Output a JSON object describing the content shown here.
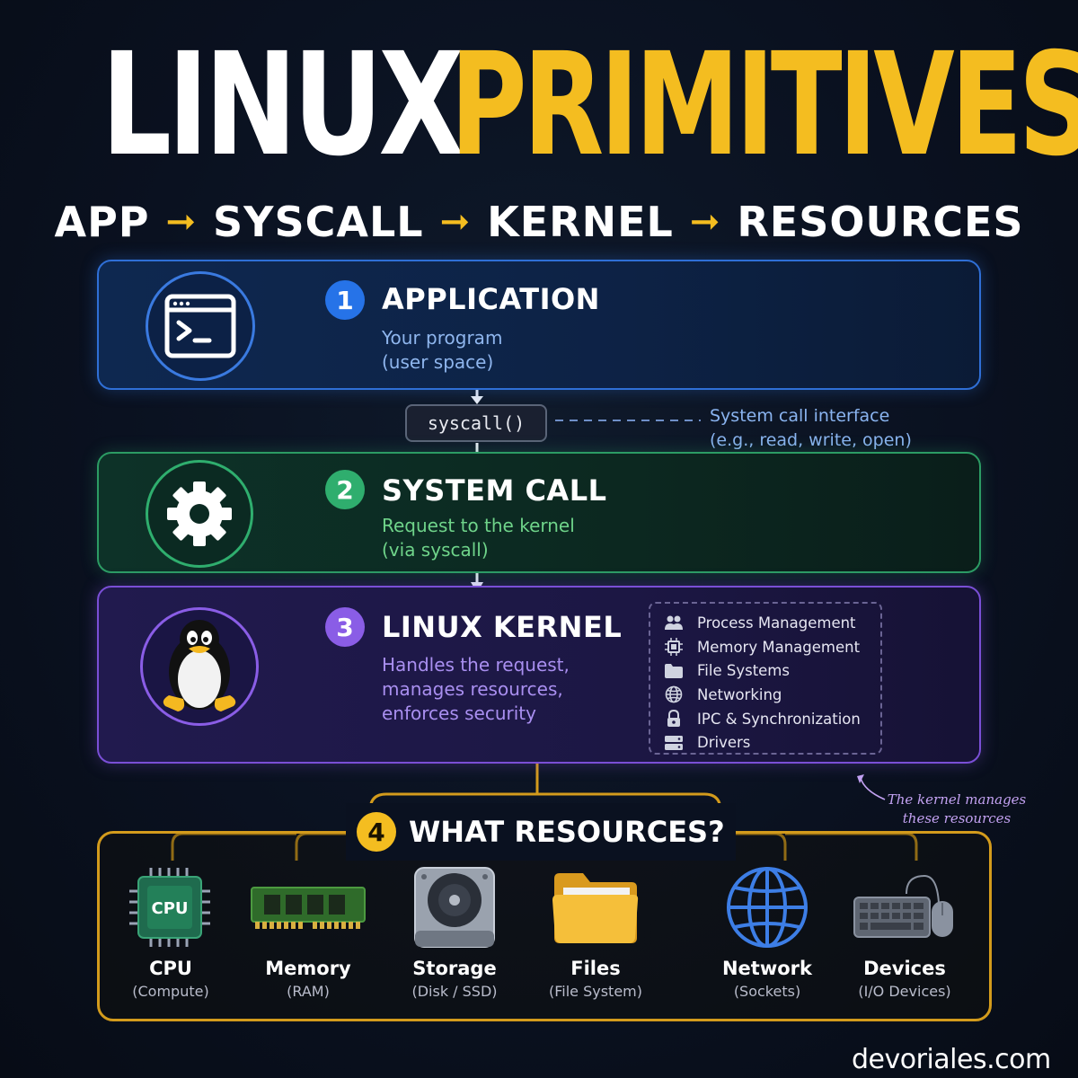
{
  "title": {
    "part1": "LINUX",
    "part2": "PRIMITIVES"
  },
  "flow": {
    "steps": [
      "APP",
      "SYSCALL",
      "KERNEL",
      "RESOURCES"
    ],
    "arrow": "➞"
  },
  "application": {
    "number": "1",
    "heading": "APPLICATION",
    "desc_line1": "Your program",
    "desc_line2": "(user space)",
    "icon": "terminal-icon",
    "accent": "#2f6fd6"
  },
  "syscall_interface": {
    "label": "syscall()",
    "note_line1": "System call interface",
    "note_line2": "(e.g., read, write, open)"
  },
  "system_call": {
    "number": "2",
    "heading": "SYSTEM CALL",
    "desc_line1": "Request to the kernel",
    "desc_line2": "(via syscall)",
    "icon": "gear-icon",
    "accent": "#2c9c64"
  },
  "kernel": {
    "number": "3",
    "heading": "LINUX KERNEL",
    "desc_line1": "Handles the request,",
    "desc_line2": "manages resources,",
    "desc_line3": "enforces security",
    "icon": "tux-penguin-icon",
    "accent": "#7a4fd6",
    "subsystems": [
      {
        "label": "Process Management",
        "icon": "users-icon"
      },
      {
        "label": "Memory Management",
        "icon": "chip-icon"
      },
      {
        "label": "File Systems",
        "icon": "folder-icon"
      },
      {
        "label": "Networking",
        "icon": "globe-icon"
      },
      {
        "label": "IPC & Synchronization",
        "icon": "lock-icon"
      },
      {
        "label": "Drivers",
        "icon": "server-icon"
      }
    ],
    "note_line1": "The kernel manages",
    "note_line2": "these resources"
  },
  "resources": {
    "number": "4",
    "heading": "WHAT RESOURCES?",
    "accent": "#f4bd20",
    "items": [
      {
        "name": "CPU",
        "sub": "(Compute)",
        "icon": "cpu-icon",
        "chip_label": "CPU"
      },
      {
        "name": "Memory",
        "sub": "(RAM)",
        "icon": "ram-icon"
      },
      {
        "name": "Storage",
        "sub": "(Disk / SSD)",
        "icon": "disk-icon"
      },
      {
        "name": "Files",
        "sub": "(File System)",
        "icon": "folder-icon"
      },
      {
        "name": "Network",
        "sub": "(Sockets)",
        "icon": "globe-icon"
      },
      {
        "name": "Devices",
        "sub": "(I/O Devices)",
        "icon": "keyboard-mouse-icon"
      }
    ]
  },
  "watermark": "devoriales.com"
}
